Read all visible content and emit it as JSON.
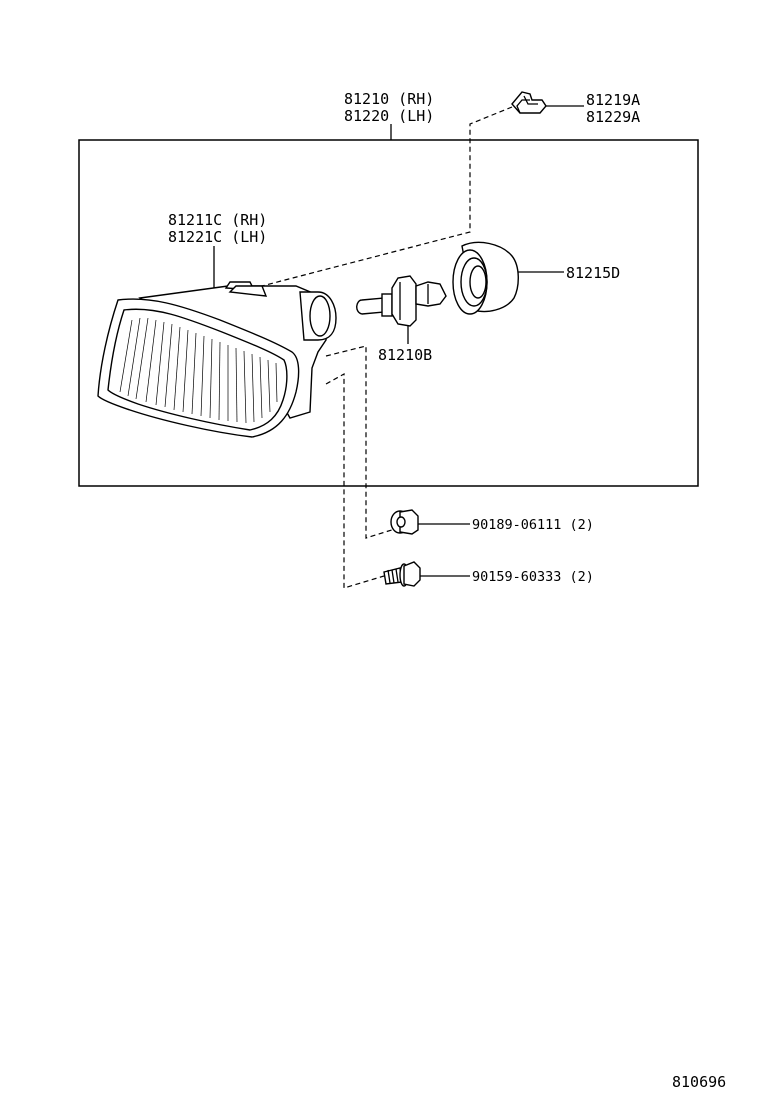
{
  "labels": {
    "housing_rh": "81210 (RH)",
    "housing_lh": "81220 (LH)",
    "clip_1": "81219A",
    "clip_2": "81229A",
    "lens_rh": "81211C (RH)",
    "lens_lh": "81221C (LH)",
    "socket_cover": "81215D",
    "bulb": "81210B",
    "nut": "90189-06111 (2)",
    "bolt": "90159-60333 (2)"
  },
  "diagram_code": "810696",
  "icons": {
    "fog_lamp": "fog-lamp-assembly-drawing",
    "bulb": "halogen-bulb-drawing",
    "socket_cover": "rubber-cap-drawing",
    "clip": "spring-clip-drawing",
    "nut": "flange-nut-drawing",
    "bolt": "flange-bolt-drawing"
  }
}
